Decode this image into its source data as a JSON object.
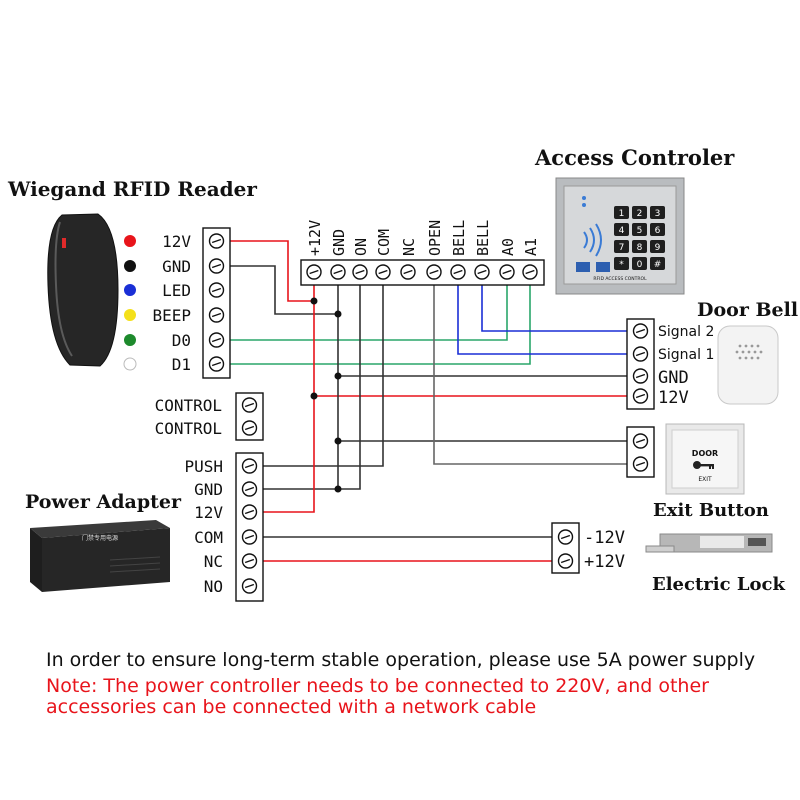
{
  "components": {
    "reader": "Wiegand RFID Reader",
    "controller": "Access Controler",
    "doorbell": "Door Bell",
    "power_adapter": "Power Adapter",
    "exit_button": "Exit Button",
    "electric_lock": "Electric Lock"
  },
  "reader_pins": [
    {
      "label": "12V",
      "dot": "#e8141b"
    },
    {
      "label": "GND",
      "dot": "#111111"
    },
    {
      "label": "LED",
      "dot": "#1a2fd6"
    },
    {
      "label": "BEEP",
      "dot": "#f4e01a"
    },
    {
      "label": "D0",
      "dot": "#1d8a2c"
    },
    {
      "label": "D1",
      "dot": "#ffffff"
    }
  ],
  "controller_pins": [
    "+12V",
    "GND",
    "ON",
    "COM",
    "NC",
    "OPEN",
    "BELL",
    "BELL",
    "A0",
    "A1"
  ],
  "control_pins": [
    "CONTROL",
    "CONTROL"
  ],
  "power_pins": [
    "PUSH",
    "GND",
    "12V",
    "COM",
    "NC",
    "NO"
  ],
  "doorbell_pins": [
    "Signal 2",
    "Signal 1",
    "GND",
    "12V"
  ],
  "lock_pins": [
    "-12V",
    "+12V"
  ],
  "exit_button_text": {
    "line1": "DOOR",
    "line2": "EXIT"
  },
  "keypad_keys": [
    "1",
    "2",
    "3",
    "4",
    "5",
    "6",
    "7",
    "8",
    "9",
    "*",
    "0",
    "#"
  ],
  "keypad_brand": "RFID ACCESS CONTROL",
  "adapter_label": "门禁专用电源",
  "notes": {
    "line1": "In order to ensure long-term stable operation, please use 5A power supply",
    "line2": "Note: The power controller needs to be connected to 220V, and other",
    "line3": "accessories can be connected with a network cable"
  },
  "colors": {
    "red_wire": "#e8141b",
    "black_wire": "#333333",
    "blue_wire": "#1a2fd6",
    "green_wire": "#2aa66a",
    "gray_wire": "#666666",
    "note_red": "#e8141b"
  }
}
